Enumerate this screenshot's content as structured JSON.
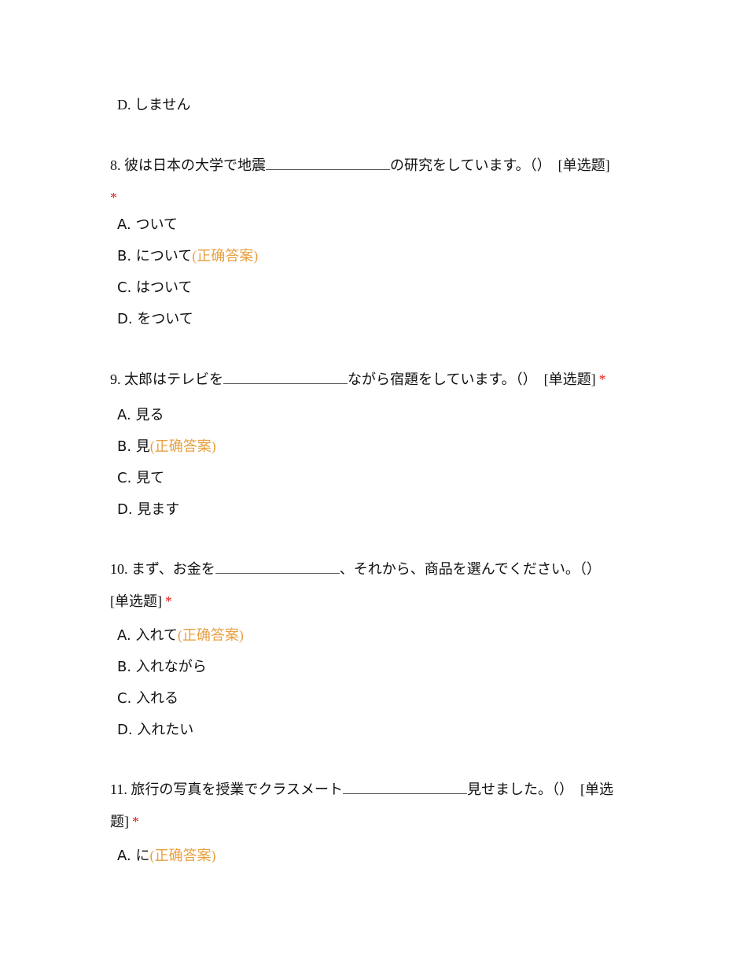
{
  "prev_question": {
    "option_d": "D. しません"
  },
  "questions": [
    {
      "number": "8.",
      "text_before": "彼は日本の大学で地震",
      "text_after": "の研究をしています。（）",
      "type": "[单选题]",
      "required": "*",
      "options": [
        {
          "label": "A. ついて",
          "correct": ""
        },
        {
          "label": "B. について",
          "correct": "(正确答案)"
        },
        {
          "label": "C. はついて",
          "correct": ""
        },
        {
          "label": "D. をついて",
          "correct": ""
        }
      ]
    },
    {
      "number": "9.",
      "text_before": "太郎はテレビを",
      "text_after": "ながら宿題をしています。（）",
      "type": "[单选题]",
      "required": "*",
      "options": [
        {
          "label": "A. 見る",
          "correct": ""
        },
        {
          "label": "B. 見",
          "correct": "(正确答案)"
        },
        {
          "label": "C. 見て",
          "correct": ""
        },
        {
          "label": "D. 見ます",
          "correct": ""
        }
      ]
    },
    {
      "number": "10.",
      "text_before": "まず、お金を",
      "text_after": "、それから、商品を選んでください。（）",
      "type": "[单选题]",
      "required": "*",
      "options": [
        {
          "label": "A. 入れて",
          "correct": "(正确答案)"
        },
        {
          "label": "B. 入れながら",
          "correct": ""
        },
        {
          "label": "C. 入れる",
          "correct": ""
        },
        {
          "label": "D. 入れたい",
          "correct": ""
        }
      ]
    },
    {
      "number": "11.",
      "text_before": "旅行の写真を授業でクラスメート",
      "text_after": "見せました。（）",
      "type": "[单选题]",
      "required": "*",
      "options": [
        {
          "label": "A. に",
          "correct": "(正确答案)"
        }
      ]
    }
  ],
  "colors": {
    "correct": "#e8a040",
    "required": "#e02020",
    "text": "#111111"
  }
}
